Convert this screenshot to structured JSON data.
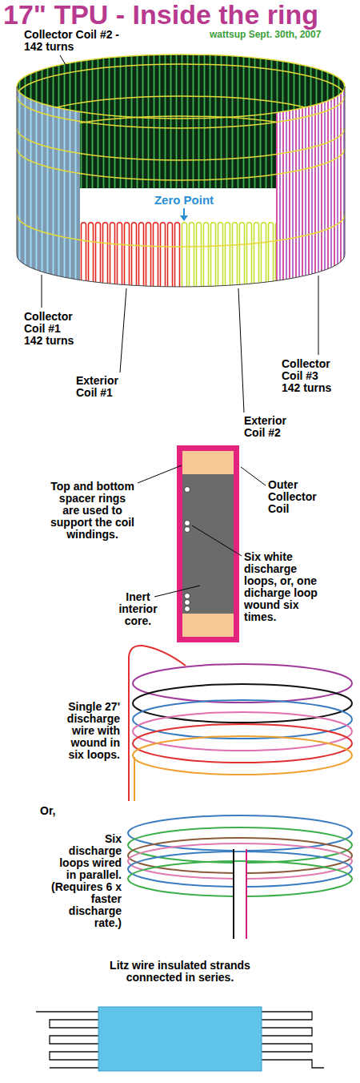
{
  "diagram": {
    "title": "17\" TPU - Inside the ring",
    "labels": [
      "wattsup Sept. 30th, 2007",
      "Collector Coil #2 - 142 turns",
      "Zero Point",
      "Collector Coil #1 142 turns",
      "Exterior Coil #1",
      "Exterior Coil #2",
      "Collector Coil #3 142 turns",
      "Top and bottom spacer rings are used to support the coil windings.",
      "Outer Collector Coil",
      "Six white discharge loops, or, one dicharge loop wound six times.",
      "Inert interior core.",
      "Single 27' discharge wire with wound in six loops.",
      "Or,",
      "Six discharge loops wired in parallel. (Requires 6 x faster discharge rate.)",
      "Litz wire insulated strands connected in series."
    ]
  }
}
